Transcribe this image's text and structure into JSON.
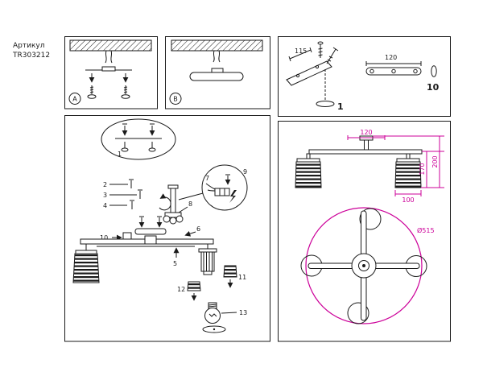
{
  "article": {
    "label": "Артикул",
    "code": "TR303212"
  },
  "panels": {
    "a": "A",
    "b": "B"
  },
  "steps": {
    "n1": "1",
    "n2": "2",
    "n3": "3",
    "n4": "4",
    "n5": "5",
    "n6": "6",
    "n7": "7",
    "n8": "8",
    "n9": "9",
    "n10": "10",
    "n11": "11",
    "n12": "12",
    "n13": "13"
  },
  "hardware": {
    "dim_115": "115",
    "dim_120": "120",
    "part_1": "1",
    "part_10": "10"
  },
  "dims": {
    "width_120": "120",
    "height_170": "170",
    "height_200": "200",
    "width_100": "100",
    "diameter": "Ø515"
  },
  "colors": {
    "accent": "#cc0099",
    "line": "#1a1a1a"
  }
}
